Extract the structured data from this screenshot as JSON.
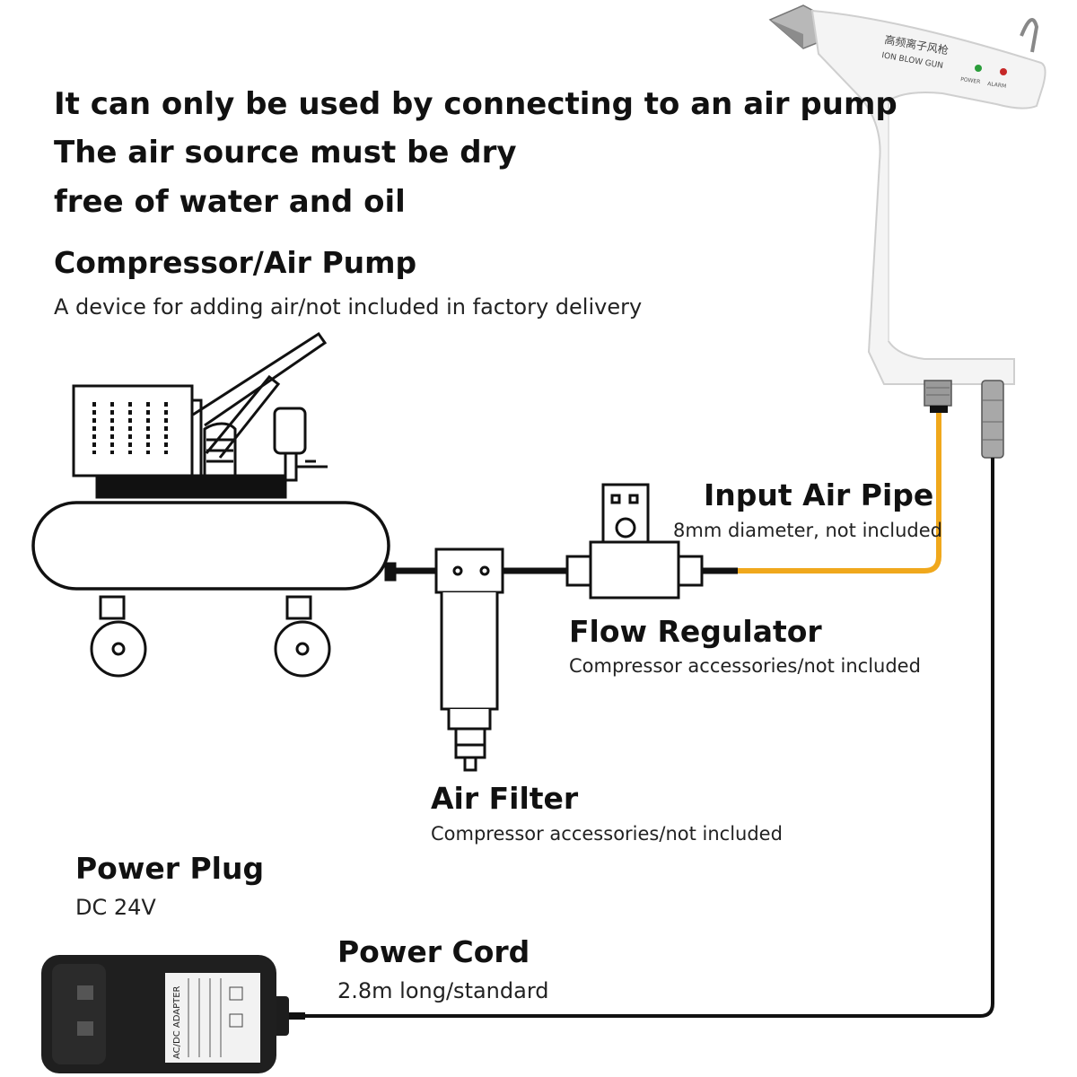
{
  "notice": {
    "line1": "It can only be used by connecting to an air pump",
    "line2": "The air source must be dry",
    "line3": "free of water and oil"
  },
  "compressor": {
    "title": "Compressor/Air Pump",
    "subtitle": "A device for adding air/not included in factory delivery"
  },
  "input_pipe": {
    "title": "Input Air Pipe",
    "subtitle": "8mm diameter, not included"
  },
  "flow_regulator": {
    "title": "Flow Regulator",
    "subtitle": "Compressor accessories/not included"
  },
  "air_filter": {
    "title": "Air Filter",
    "subtitle": "Compressor accessories/not included"
  },
  "power_plug": {
    "title": "Power Plug",
    "subtitle": "DC 24V"
  },
  "power_cord": {
    "title": "Power Cord",
    "subtitle": "2.8m long/standard"
  },
  "gun": {
    "label_cn": "高频离子风枪",
    "label_en": "ION BLOW GUN",
    "power_label": "POWER",
    "alarm_label": "ALARM"
  },
  "adapter": {
    "label": "AC/DC ADAPTER"
  },
  "colors": {
    "air_pipe": "#f0a81c",
    "cord": "#111111",
    "power_led": "#2a9d3a",
    "alarm_led": "#c62828"
  }
}
